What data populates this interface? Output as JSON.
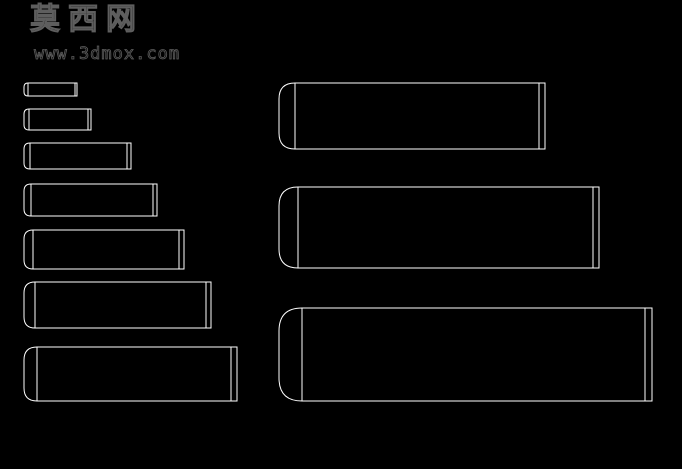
{
  "watermark": {
    "brand_cn": "莫西网",
    "url": "www.3dmox.com"
  },
  "colors": {
    "background": "#000000",
    "stroke": "#ffffff",
    "watermark": "#5e5e5e"
  },
  "drawing": {
    "small_pins_count": 7,
    "large_pins_count": 3
  }
}
